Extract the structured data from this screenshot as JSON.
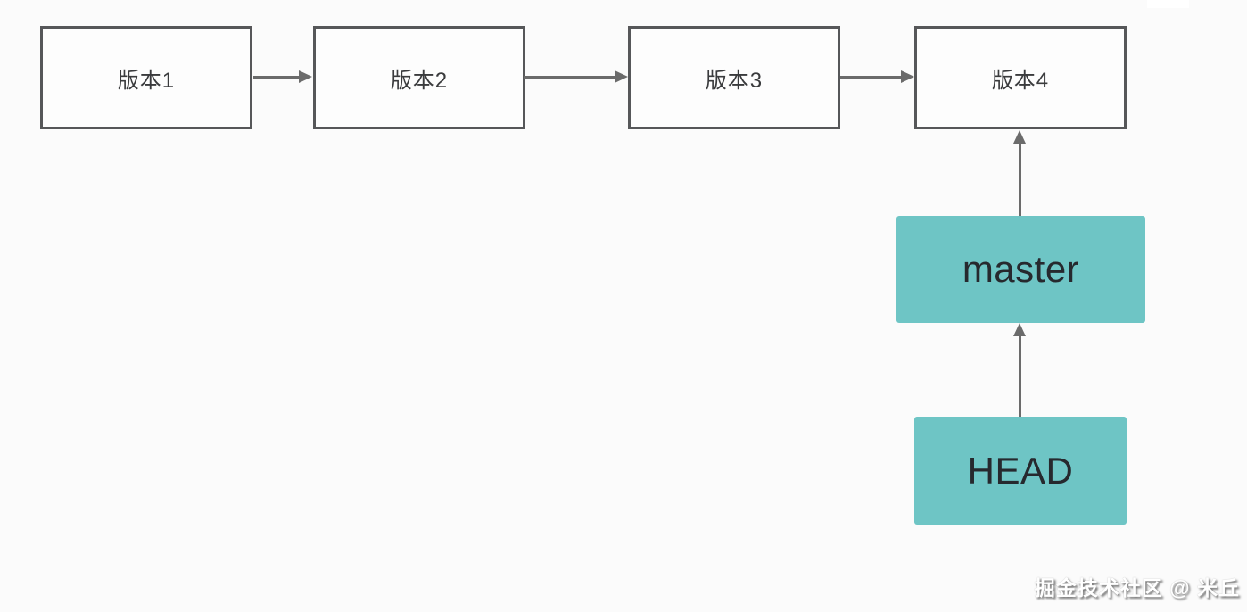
{
  "diagram": {
    "description": "Git version history flow with branch pointer",
    "nodes": [
      {
        "id": "version1",
        "label": "版本1",
        "type": "version"
      },
      {
        "id": "version2",
        "label": "版本2",
        "type": "version"
      },
      {
        "id": "version3",
        "label": "版本3",
        "type": "version"
      },
      {
        "id": "version4",
        "label": "版本4",
        "type": "version"
      },
      {
        "id": "master",
        "label": "master",
        "type": "branch"
      },
      {
        "id": "head",
        "label": "HEAD",
        "type": "pointer"
      }
    ],
    "edges": [
      {
        "from": "version1",
        "to": "version2",
        "direction": "right"
      },
      {
        "from": "version2",
        "to": "version3",
        "direction": "right"
      },
      {
        "from": "version3",
        "to": "version4",
        "direction": "right"
      },
      {
        "from": "master",
        "to": "version4",
        "direction": "up"
      },
      {
        "from": "head",
        "to": "master",
        "direction": "up"
      }
    ],
    "colors": {
      "background": "#fbfbfb",
      "version_border": "#565759",
      "version_text": "#3a3b3d",
      "arrow": "#6b6b6b",
      "branch_fill": "#6ec5c5",
      "branch_text": "#26292e",
      "watermark_text": "#ffffff"
    }
  },
  "watermark": {
    "text": "掘金技术社区 @ 米丘"
  }
}
